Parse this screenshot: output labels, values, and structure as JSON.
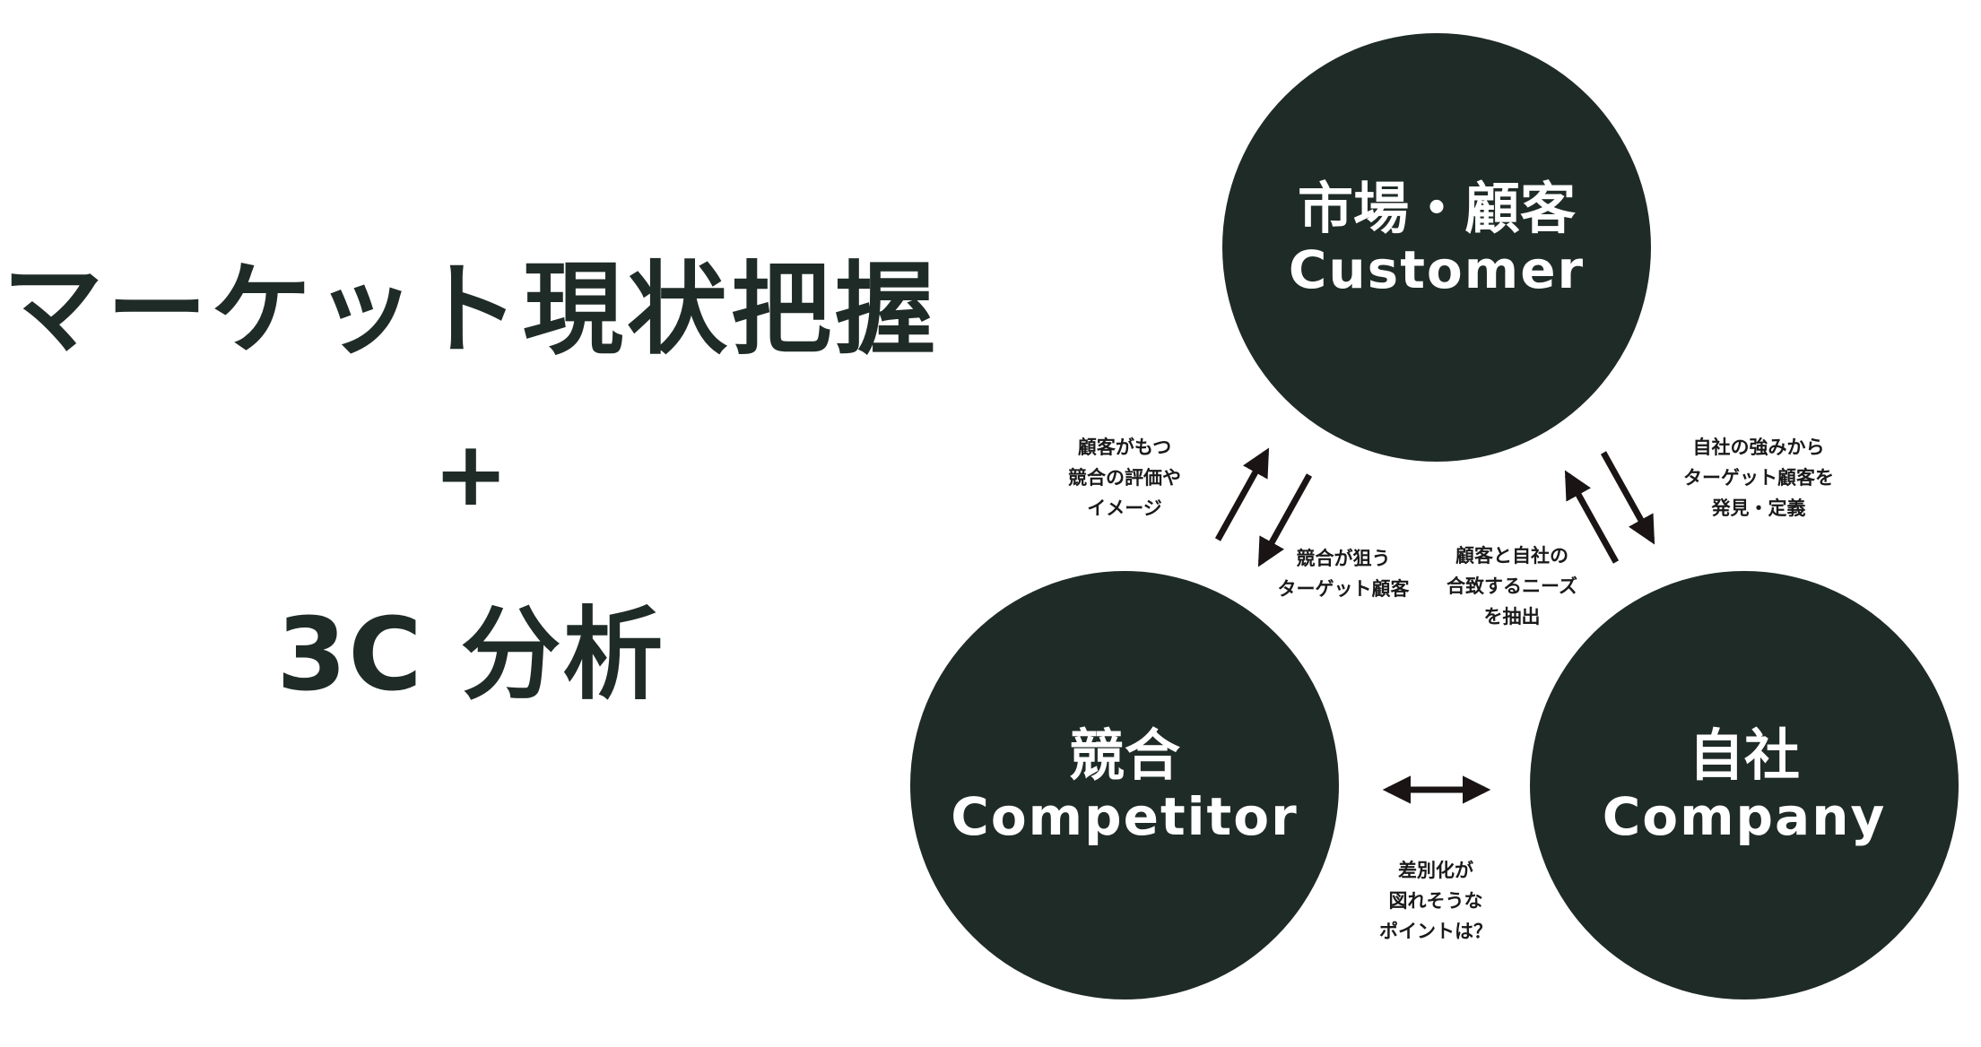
{
  "title": {
    "line1": "マーケット現状把握",
    "plus": "+",
    "line3": "3C 分析"
  },
  "circles": {
    "customer": {
      "jp": "市場・顧客",
      "en": "Customer"
    },
    "competitor": {
      "jp": "競合",
      "en": "Competitor"
    },
    "company": {
      "jp": "自社",
      "en": "Company"
    }
  },
  "notes": {
    "customer_competitor": "顧客がもつ\n競合の評価や\nイメージ",
    "competitor_target": "競合が狙う\nターゲット顧客",
    "customer_company": "顧客と自社の\n合致するニーズ\nを抽出",
    "company_customer": "自社の強みから\nターゲット顧客を\n発見・定義",
    "differentiation": "差別化が\n図れそうな\nポイントは？"
  },
  "colors": {
    "circle_fill": "#1f2b27",
    "arrow": "#1a1414",
    "title_text": "#1f2b27"
  }
}
